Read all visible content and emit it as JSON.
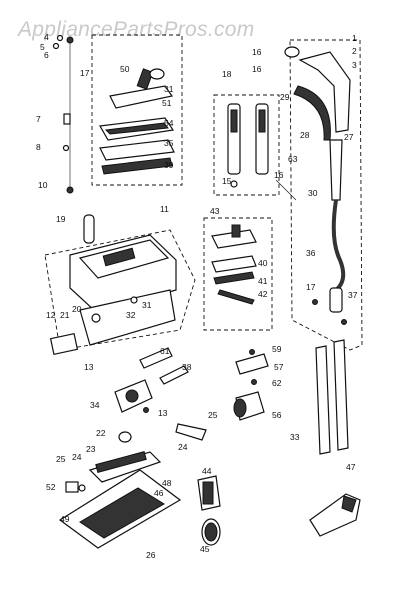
{
  "watermark": "AppliancePartsPros.com",
  "labels": [
    "1",
    "2",
    "3",
    "4",
    "5",
    "6",
    "7",
    "8",
    "10",
    "11",
    "12",
    "13",
    "13",
    "15",
    "16",
    "16",
    "16",
    "17",
    "17",
    "18",
    "19",
    "20",
    "21",
    "22",
    "23",
    "24",
    "24",
    "25",
    "25",
    "26",
    "27",
    "28",
    "29",
    "30",
    "31",
    "31",
    "32",
    "33",
    "34",
    "35",
    "36",
    "37",
    "38",
    "39",
    "40",
    "41",
    "42",
    "43",
    "44",
    "45",
    "46",
    "47",
    "48",
    "49",
    "50",
    "51",
    "52",
    "54",
    "56",
    "57",
    "59",
    "61",
    "62",
    "63"
  ]
}
